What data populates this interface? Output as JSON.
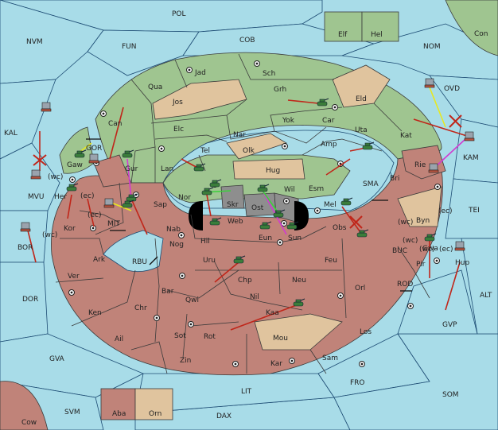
{
  "colors": {
    "sea": "#a8dce8",
    "green_power": "#9fc590",
    "red_power": "#c08379",
    "neutral": "#e0c49e",
    "gray": "#8e8e8e",
    "order_move": "#c0261a",
    "order_support": "#e8e820",
    "order_convoy": "#d13bd1",
    "order_hold": "#3bd13b"
  },
  "sea_labels": [
    "POL",
    "NVM",
    "FUN",
    "COB",
    "NOM",
    "KAL",
    "MIT",
    "RBU",
    "SMA",
    "TEI",
    "BUC",
    "ROD",
    "ALT",
    "GVP",
    "BOR",
    "DOR",
    "GVA",
    "LIT",
    "FRO",
    "SOM",
    "SVM",
    "DAX",
    "OVD",
    "KAM",
    "MVU",
    "GOR"
  ],
  "land_labels": [
    "Elf",
    "Hel",
    "Con",
    "Jad",
    "Sch",
    "Qua",
    "Jos",
    "Grh",
    "Eld",
    "Can",
    "Car",
    "Yok",
    "Nar",
    "Elc",
    "Uta",
    "Amp",
    "Kat",
    "Olk",
    "Tel",
    "Gaw",
    "Gur",
    "Lan",
    "Hug",
    "Bri",
    "Rie",
    "Esm",
    "Wil",
    "Nor",
    "Skr",
    "Ost",
    "Mel",
    "Her",
    "Sap",
    "Web",
    "Eun",
    "Sun",
    "Obs",
    "Byn",
    "Kor",
    "Nab",
    "Hil",
    "Nog",
    "Uru",
    "Feu",
    "Pir",
    "Gwa",
    "Hup",
    "Ark",
    "Ver",
    "Chp",
    "Neu",
    "Orl",
    "Bar",
    "Qwi",
    "Nil",
    "Ken",
    "Chr",
    "Kaa",
    "Ail",
    "Sot",
    "Rot",
    "Mou",
    "Los",
    "Zin",
    "Kar",
    "Sam",
    "Aba",
    "Orn",
    "Cow"
  ],
  "coast_tags": [
    "(ec)",
    "(wc)",
    "(ec)",
    "(wc)",
    "(ec)",
    "(wc)",
    "(wc)",
    "(ec)",
    "(wc)"
  ]
}
